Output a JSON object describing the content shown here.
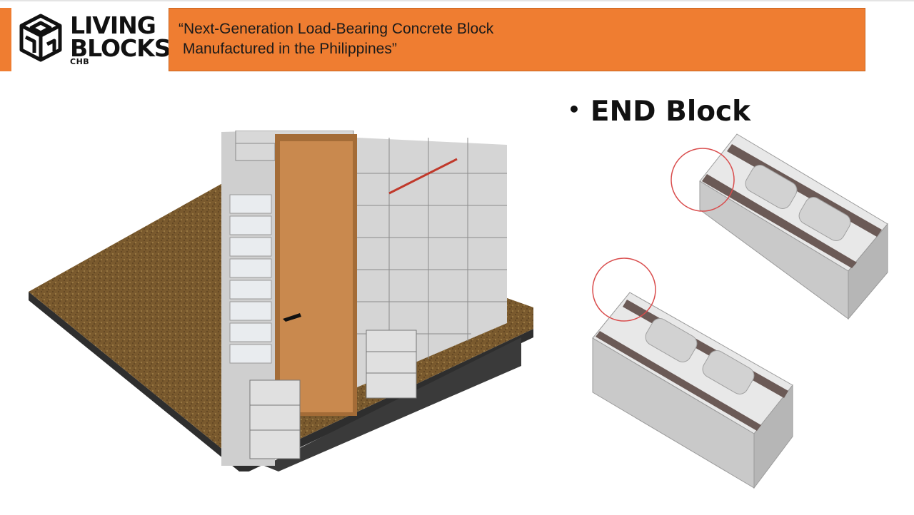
{
  "brand": {
    "line1": "LIVING",
    "line2": "BLOCKS",
    "line3": "CHB"
  },
  "banner": {
    "line1": "“Next-Generation Load-Bearing Concrete Block",
    "line2": " Manufactured in the Philippines”"
  },
  "section": {
    "bullet": "•",
    "title": "END Block"
  },
  "icons": {
    "logo": "cube-house-logo-icon",
    "highlight": "red-circle-highlight-icon"
  },
  "colors": {
    "accent": "#ef7d31",
    "highlight": "#d94c4c",
    "soil": "#7a5a2e",
    "door": "#c9894e",
    "concrete": "#d9d9d9"
  }
}
